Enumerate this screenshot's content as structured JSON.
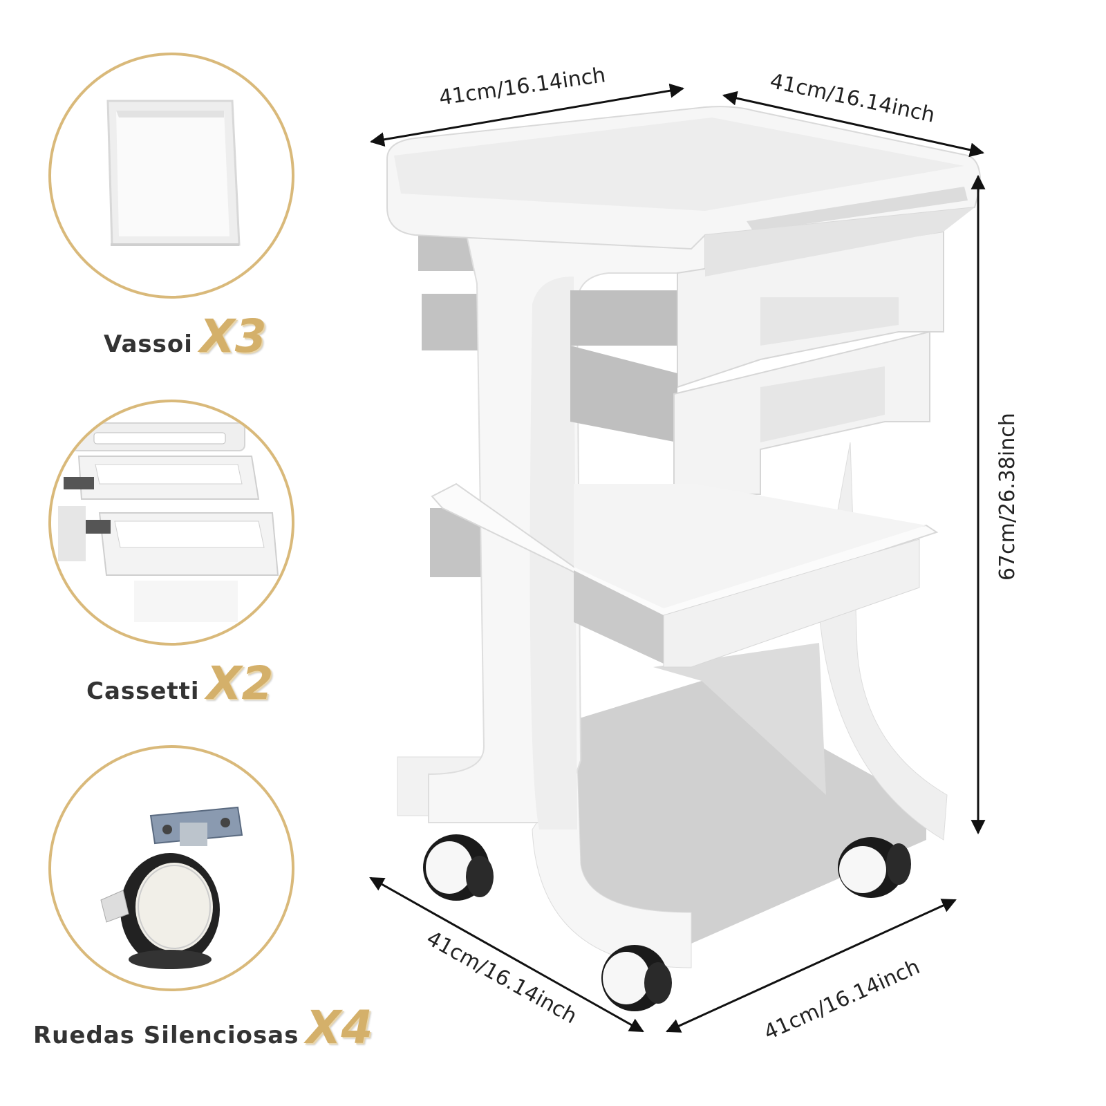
{
  "features": [
    {
      "name": "Vassoi",
      "count": "X3",
      "icon": "tray-icon"
    },
    {
      "name": "Cassetti",
      "count": "X2",
      "icon": "drawers-icon"
    },
    {
      "name": "Ruedas Silenciosas",
      "count": "X4",
      "icon": "caster-wheel-icon"
    }
  ],
  "dimensions": {
    "top_front_width": "41cm/16.14inch",
    "top_side_depth": "41cm/16.14inch",
    "height": "67cm/26.38inch",
    "bottom_front_width": "41cm/16.14inch",
    "bottom_side_depth": "41cm/16.14inch"
  },
  "colors": {
    "accent_gold": "#d4b06a",
    "circle_border": "#d9b97a",
    "cart_white": "#f4f4f4",
    "cart_gray": "#c9c9c9"
  }
}
